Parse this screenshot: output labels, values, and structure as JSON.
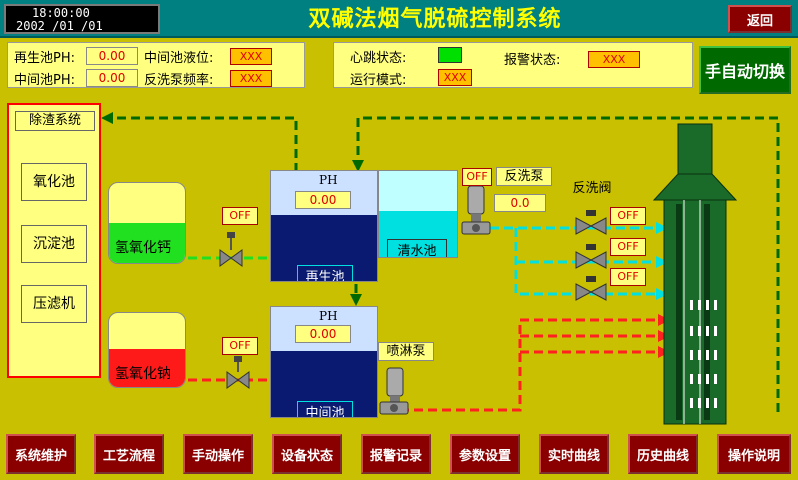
{
  "header": {
    "time": "18:00:00",
    "date": "2002   /01   /01",
    "title": "双碱法烟气脱硫控制系统",
    "back_label": "返回"
  },
  "status_left": {
    "regen_ph_label": "再生池PH:",
    "regen_ph_value": "0.00",
    "mid_ph_label": "中间池PH:",
    "mid_ph_value": "0.00",
    "mid_level_label": "中间池液位:",
    "mid_level_value": "XXX",
    "backwash_freq_label": "反洗泵频率:",
    "backwash_freq_value": "XXX"
  },
  "status_right": {
    "heartbeat_label": "心跳状态:",
    "run_mode_label": "运行模式:",
    "run_mode_value": "XXX",
    "alarm_label": "报警状态:",
    "alarm_value": "XXX"
  },
  "manual_auto_label": "手自动切换",
  "slag": {
    "title": "除渣系统",
    "items": [
      "氧化池",
      "沉淀池",
      "压滤机"
    ]
  },
  "process": {
    "naoh_tank": "氢氧化钠",
    "caoh_tank": "氢氧化钙",
    "regen_tank": "再生池",
    "regen_ph_title": "PH",
    "regen_ph_value": "0.00",
    "clear_tank": "清水池",
    "mid_tank": "中间池",
    "mid_ph_title": "PH",
    "mid_ph_value": "0.00",
    "backwash_pump": "反洗泵",
    "backwash_pump_status": "OFF",
    "backwash_pump_value": "0.0",
    "backwash_valve": "反洗阀",
    "backwash_valve_status": [
      "OFF",
      "OFF",
      "OFF"
    ],
    "spray_pump": "喷淋泵",
    "caoh_valve_status": "OFF",
    "naoh_valve_status": "OFF"
  },
  "nav": [
    "系统维护",
    "工艺流程",
    "手动操作",
    "设备状态",
    "报警记录",
    "参数设置",
    "实时曲线",
    "历史曲线",
    "操作说明"
  ],
  "colors": {
    "background": "#c8c000",
    "title_bar": "#008080",
    "button_red": "#8a0000",
    "pipe_green": "#006a00",
    "pipe_cyan": "#00e0e0",
    "pipe_red": "#ff2020",
    "tank_navy": "#0a1a70",
    "heartbeat": "#00e000"
  }
}
